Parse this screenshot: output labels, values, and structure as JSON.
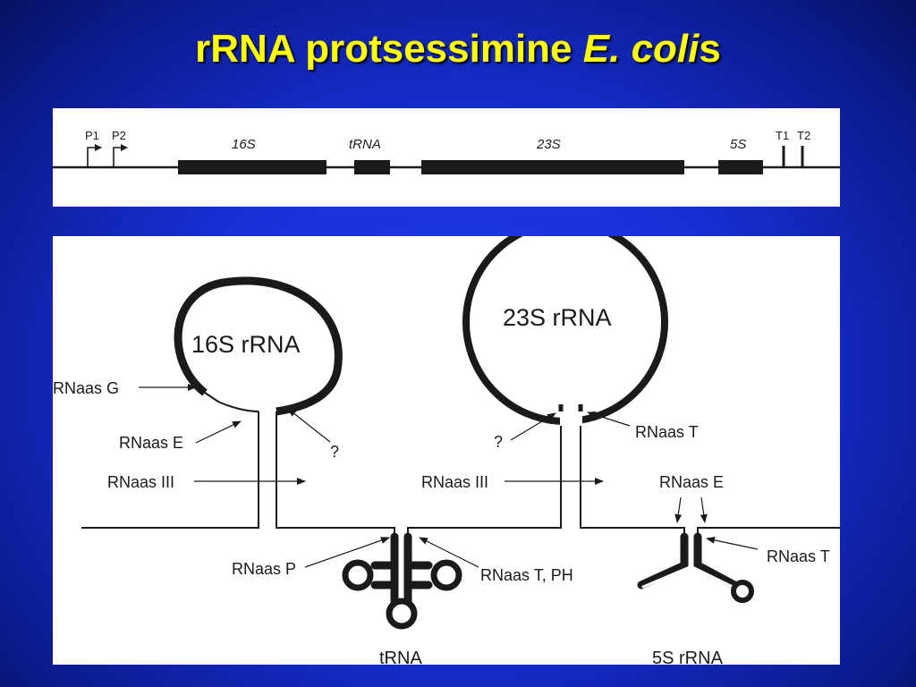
{
  "slide": {
    "title_main": "rRNA protsessimine ",
    "title_species": "E. coli",
    "title_suffix": "s"
  },
  "operon_map": {
    "promoters": [
      "P1",
      "P2"
    ],
    "genes": [
      "16S",
      "tRNA",
      "23S",
      "5S"
    ],
    "terminators": [
      "T1",
      "T2"
    ]
  },
  "processing_diagram": {
    "loops": {
      "rrna16s": "16S rRNA",
      "rrna23s": "23S rRNA"
    },
    "labels": {
      "rnase_g": "RNaas G",
      "rnase_e_16s": "RNaas E",
      "rnase_iii_left": "RNaas III",
      "question_16s": "?",
      "question_23s": "?",
      "rnase_t_23s": "RNaas T",
      "rnase_iii_right": "RNaas III",
      "rnase_e_5s": "RNaas E",
      "rnase_p": "RNaas P",
      "rnase_t_ph": "RNaas T, PH",
      "rnase_t_5s": "RNaas T"
    },
    "products": {
      "trna": "tRNA",
      "rrna5s": "5S rRNA"
    }
  },
  "colors": {
    "title": "#ffff00",
    "background": "#1730d8",
    "panel": "#ffffff",
    "ink": "#1a1a1a"
  }
}
